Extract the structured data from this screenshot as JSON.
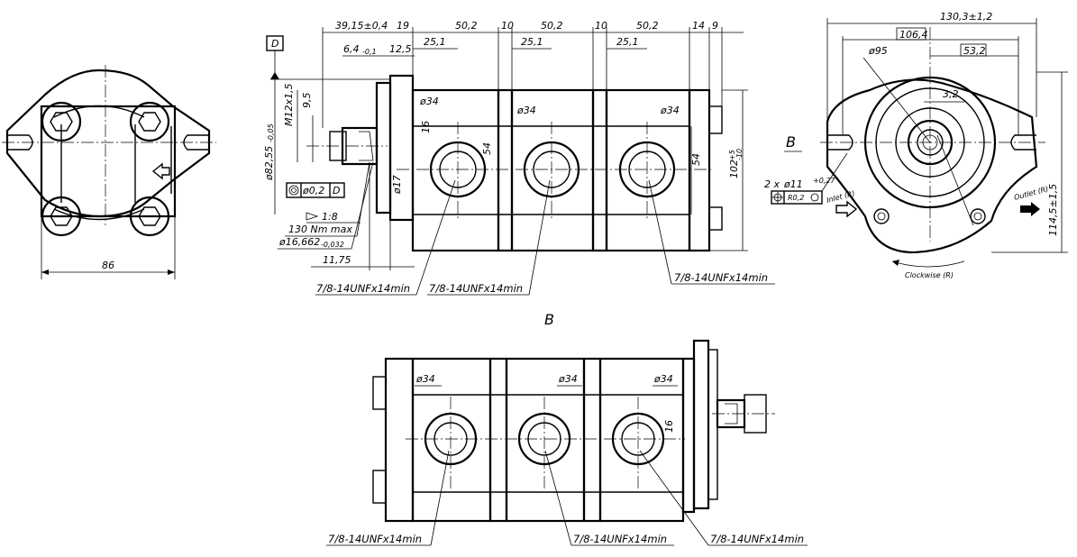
{
  "left_view": {
    "width_dim": "86"
  },
  "front_view": {
    "top_dims": [
      "39,15±0,4",
      "19",
      "50,2",
      "10",
      "50,2",
      "10",
      "50,2",
      "14",
      "9"
    ],
    "flange_dims": [
      "6,4",
      "-0,1",
      "12,5"
    ],
    "port_offsets": [
      "25,1",
      "25,1",
      "25,1"
    ],
    "port_diameters": [
      "ø34",
      "ø34",
      "ø34"
    ],
    "datum_label": "D",
    "thread_label": "M12x1,5",
    "thread_length": "9,5",
    "pilot_dia": "ø82,55",
    "pilot_tol": "-0,05",
    "shaft_dia_label": "ø17",
    "port_dim_16": "16",
    "port_dim_54a": "54",
    "port_dim_54b": "54",
    "height_dim": "102",
    "height_tol_upper": "+5",
    "height_tol_lower": "-10",
    "gdt_value": "ø0,2",
    "gdt_datum": "D",
    "taper_label": "1:8",
    "torque_label": "130 Nm max",
    "shaft_key_dia": "ø16,662",
    "shaft_key_tol": "-0,032",
    "shaft_len": "11,75",
    "thread_callouts": [
      "7/8-14UNFx14min",
      "7/8-14UNFx14min",
      "7/8-14UNFx14min"
    ]
  },
  "right_view": {
    "overall_width": "130,3±1,2",
    "bolt_span": "106,4",
    "half_span": "53,2",
    "flange_dia": "ø95",
    "key_width": "3,2",
    "view_label": "B",
    "hole_count": "2 x",
    "hole_dia": "ø11",
    "hole_tol": "+0,27",
    "position_tol": "R0,2",
    "inlet_label": "Inlet (R)",
    "outlet_label": "Outlet (R)",
    "height_dim": "114,5±1,5",
    "rotation_label": "Clockwise (R)"
  },
  "bottom_view": {
    "view_title": "B",
    "port_diameters": [
      "ø34",
      "ø34",
      "ø34"
    ],
    "port_dim_16": "16",
    "thread_callouts": [
      "7/8-14UNFx14min",
      "7/8-14UNFx14min",
      "7/8-14UNFx14min"
    ]
  }
}
